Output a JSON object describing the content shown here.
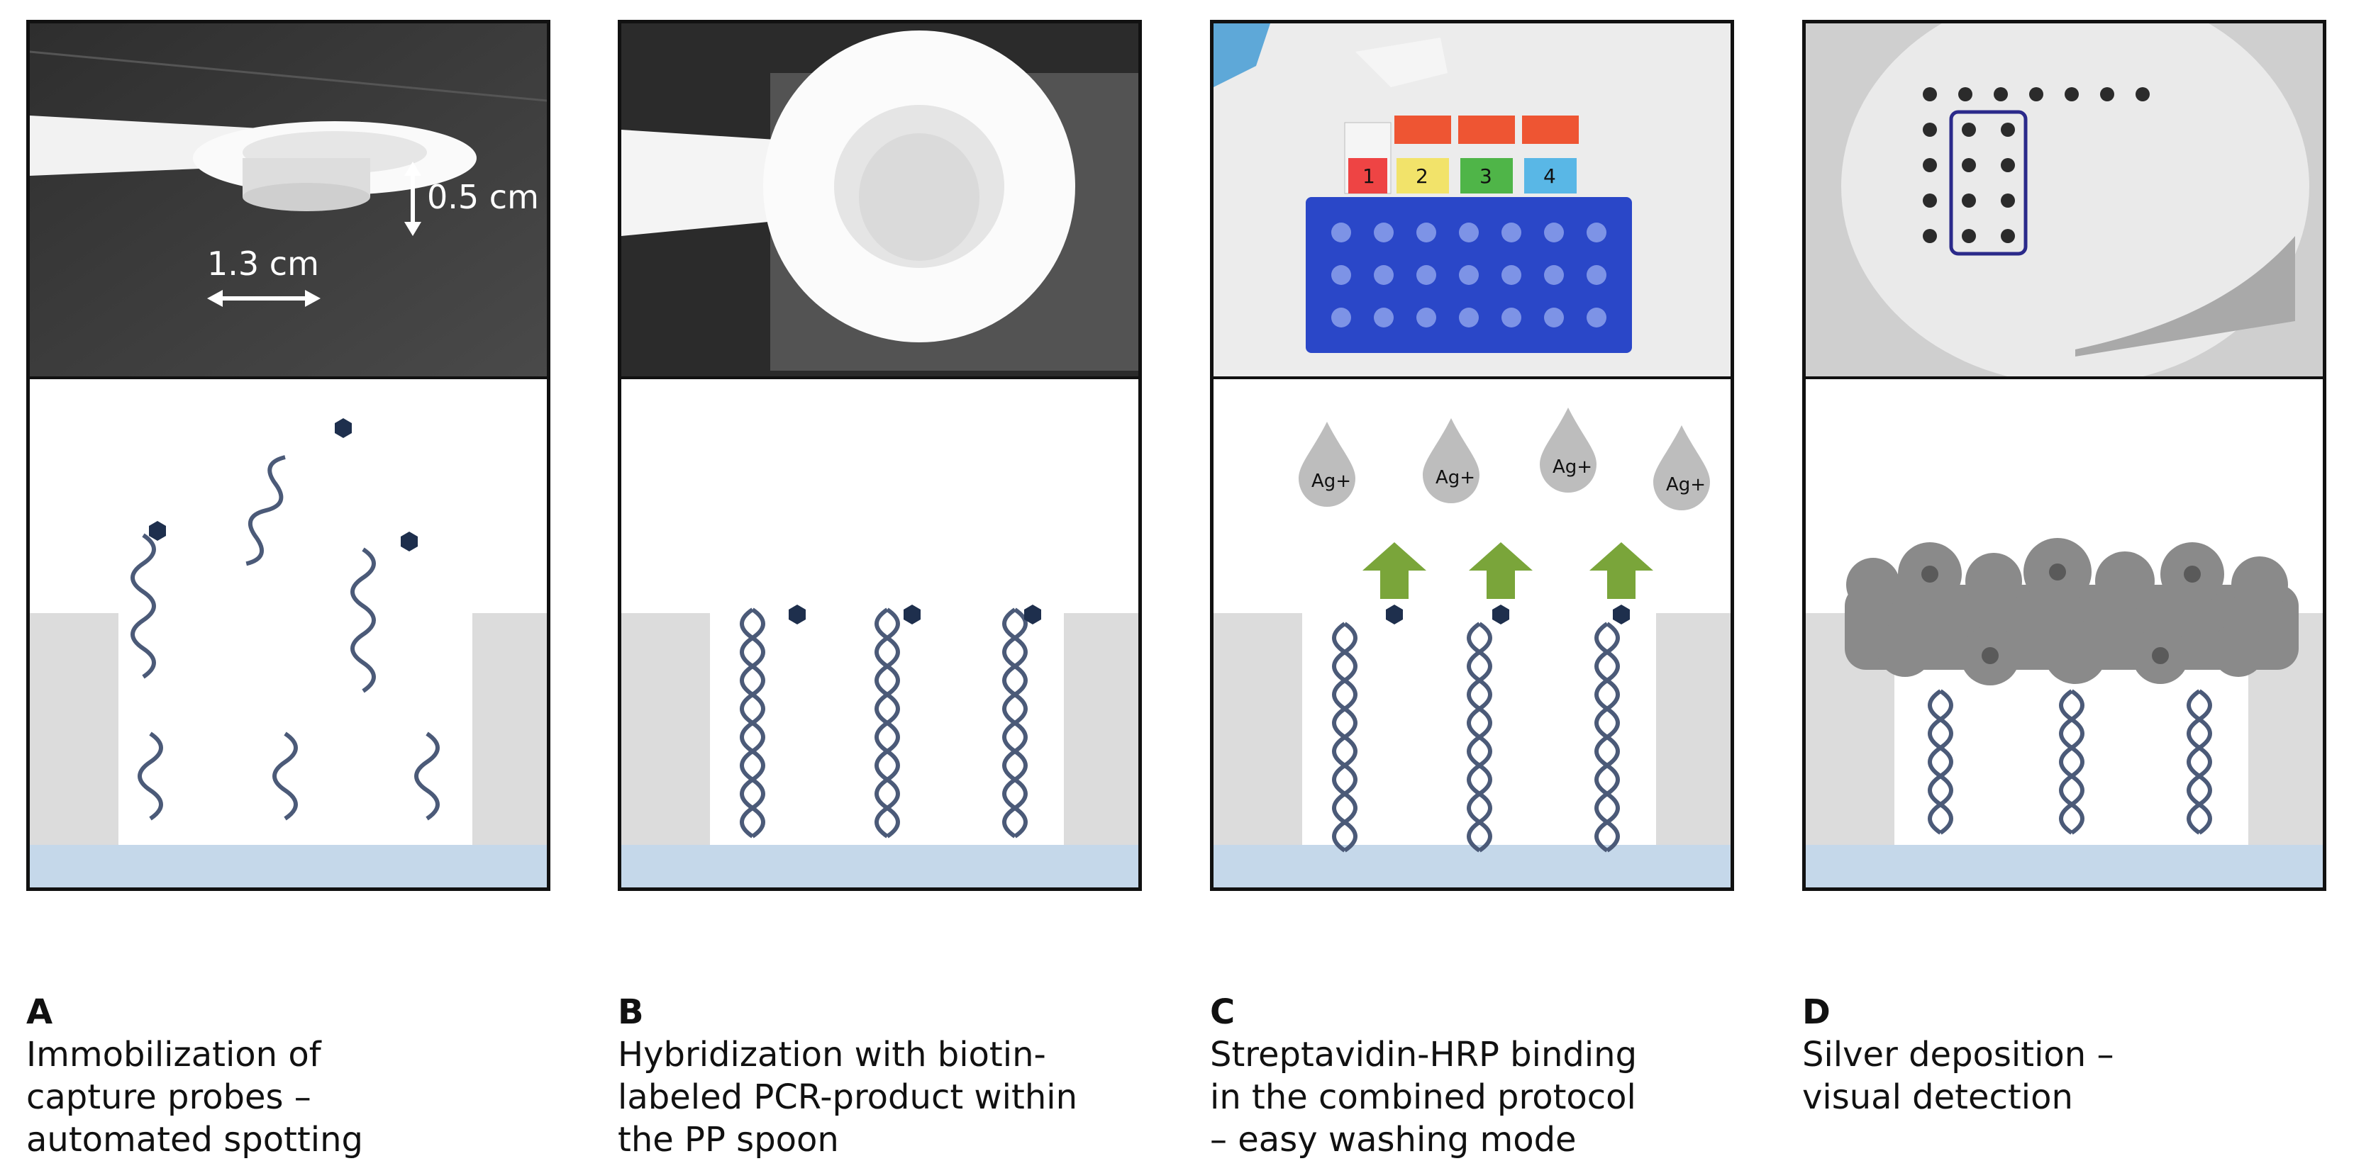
{
  "panels": [
    {
      "letter": "A",
      "caption": "Immobilization of\ncapture probes –\nautomated spotting",
      "measure_height": "0.5 cm",
      "measure_width": "1.3 cm"
    },
    {
      "letter": "B",
      "caption": "Hybridization with biotin-\nlabeled PCR-product within\nthe PP spoon"
    },
    {
      "letter": "C",
      "caption": "Streptavidin-HRP binding\nin the combined protocol\n– easy washing mode",
      "tube_labels": [
        "1",
        "2",
        "3",
        "4"
      ],
      "ion_label": "Ag+"
    },
    {
      "letter": "D",
      "caption": "Silver deposition –\nvisual detection"
    }
  ],
  "colors": {
    "well_wall": "#dcdcdc",
    "substrate": "#c5d8ea",
    "biotin": "#1e2f4d",
    "hrp_arrow": "#7aa53a",
    "silver": "#8a8a8a",
    "frame": "#111111"
  }
}
